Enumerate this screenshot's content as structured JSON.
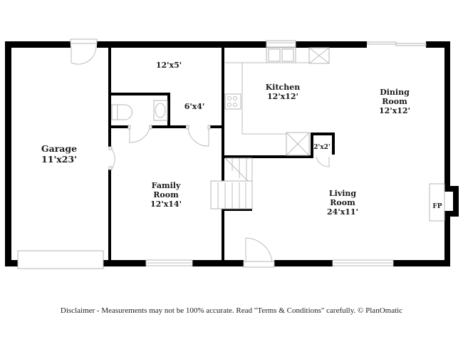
{
  "rooms": {
    "garage": {
      "name": "Garage",
      "size": "11'x23'"
    },
    "storage": {
      "name": "",
      "size": "12'x5'"
    },
    "bath": {
      "name": "",
      "size": "6'x4'"
    },
    "family": {
      "name_line1": "Family",
      "name_line2": "Room",
      "size": "12'x14'"
    },
    "kitchen": {
      "name": "Kitchen",
      "size": "12'x12'"
    },
    "dining": {
      "name_line1": "Dining",
      "name_line2": "Room",
      "size": "12'x12'"
    },
    "closet": {
      "size": "2'x2'"
    },
    "living": {
      "name_line1": "Living",
      "name_line2": "Room",
      "size": "24'x11'"
    },
    "fireplace": {
      "label": "FP"
    }
  },
  "footer": {
    "disclaimer": "Disclaimer - Measurements may not be 100% accurate. Read \"Terms & Conditions\" carefully. © PlanOmatic"
  },
  "colors": {
    "wall": "#000000",
    "fixture": "#b5b5b5",
    "text": "#1a1a1a",
    "background": "#ffffff"
  }
}
